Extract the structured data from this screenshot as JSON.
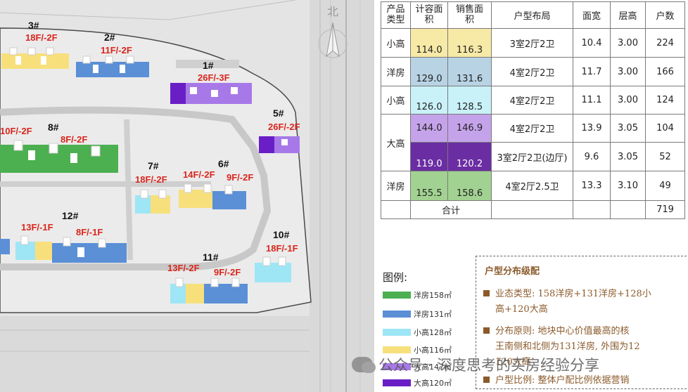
{
  "map": {
    "north": "北",
    "buildings": [
      {
        "num": "3#",
        "floors": "18F/-2F"
      },
      {
        "num": "2#",
        "floors": "11F/-2F"
      },
      {
        "num": "1#",
        "floors": "26F/-3F"
      },
      {
        "num": "5#",
        "floors": "26F/-2F"
      },
      {
        "num": "8#",
        "floors": "8F/-2F"
      },
      {
        "floors": "10F/-2F"
      },
      {
        "num": "7#",
        "floors": "18F/-2F"
      },
      {
        "num": "6#",
        "floors": "14F/-2F"
      },
      {
        "floors": "9F/-2F"
      },
      {
        "num": "12#",
        "floors": "13F/-1F"
      },
      {
        "floors": "8F/-1F"
      },
      {
        "num": "10#",
        "floors": "18F/-1F"
      },
      {
        "num": "11#",
        "floors": "13F/-2F"
      },
      {
        "floors": "9F/-2F"
      }
    ]
  },
  "table": {
    "headers": [
      "产品\n类型",
      "计容面\n积",
      "销售面\n积",
      "户型布局",
      "面宽",
      "层高",
      "户数"
    ],
    "rows": [
      {
        "type": "小高",
        "jr": "114.0",
        "xs": "116.3",
        "layout": "3室2厅2卫",
        "mk": "10.4",
        "cg": "3.00",
        "hs": "224",
        "color": "#f7e9a6"
      },
      {
        "type": "洋房",
        "jr": "129.0",
        "xs": "131.6",
        "layout": "4室2厅2卫",
        "mk": "11.7",
        "cg": "3.00",
        "hs": "166",
        "color": "#b8d3e4"
      },
      {
        "type": "小高",
        "jr": "126.0",
        "xs": "128.5",
        "layout": "4室2厅2卫",
        "mk": "11.1",
        "cg": "3.00",
        "hs": "124",
        "color": "#c9f1f8"
      },
      {
        "type": "大高",
        "jr": "144.0",
        "xs": "146.9",
        "layout": "4室2厅2卫",
        "mk": "13.9",
        "cg": "3.05",
        "hs": "104",
        "color": "#c5a3ea"
      },
      {
        "type": "",
        "jr": "119.0",
        "xs": "120.2",
        "layout": "3室2厅2卫(边厅)",
        "mk": "9.6",
        "cg": "3.05",
        "hs": "52",
        "color": "#6a2da2"
      },
      {
        "type": "洋房",
        "jr": "155.5",
        "xs": "158.6",
        "layout": "4室2厅2.5卫",
        "mk": "13.3",
        "cg": "3.10",
        "hs": "49",
        "color": "#a2d292"
      }
    ],
    "total_label": "合计",
    "total_value": "719"
  },
  "legend": {
    "title": "图例:",
    "items": [
      {
        "label": "洋房158㎡",
        "color": "#4caf50"
      },
      {
        "label": "洋房131㎡",
        "color": "#5b8fd6"
      },
      {
        "label": "小高128㎡",
        "color": "#9ee6f6"
      },
      {
        "label": "小高116㎡",
        "color": "#f7e07c"
      },
      {
        "label": "大高147㎡",
        "color": "#a779e8"
      },
      {
        "label": "大高120㎡",
        "color": "#6a1fc6"
      }
    ]
  },
  "distribution": {
    "title": "户型分布级配",
    "lines": [
      "业态类型: 158洋房+131洋房+128小",
      "高+120大高",
      "分布原则: 地块中心价值最高的核",
      "王南侧和北侧为131洋房, 外围为12",
      "120大高",
      "户型比例: 整体户配比例依据营销"
    ]
  },
  "watermark": "公众号 · 深度思考的买房经验分享"
}
